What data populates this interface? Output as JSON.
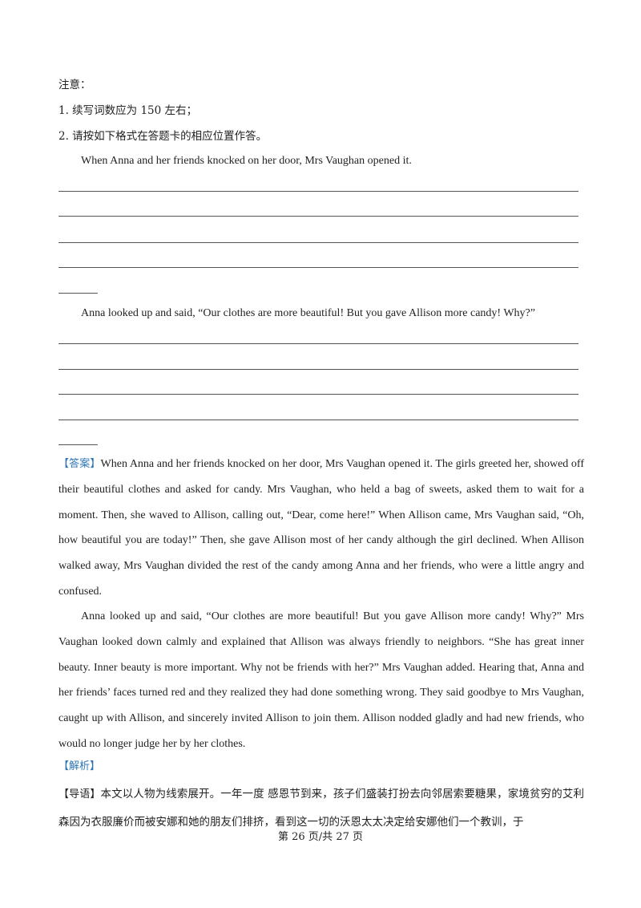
{
  "notes": {
    "heading": "注意：",
    "item1": "1.  续写词数应为 150 左右；",
    "item2": "2.  请按如下格式在答题卡的相应位置作答。"
  },
  "prompts": {
    "first": "When Anna and her friends knocked on her door, Mrs Vaughan opened it.",
    "second": "Anna looked up and said, “Our clothes are more beautiful! But you gave Allison more candy! Why?”"
  },
  "answer": {
    "label": "【答案】",
    "para1": "When Anna and her friends knocked on her door, Mrs Vaughan opened it. The girls greeted her, showed off their beautiful clothes and asked for candy. Mrs Vaughan, who held a bag of sweets, asked them to wait for a moment. Then, she waved to Allison, calling out, “Dear, come here!” When Allison came, Mrs Vaughan said, “Oh, how beautiful you are today!” Then, she gave Allison most of her candy although the girl declined. When Allison walked away, Mrs Vaughan divided the rest of the candy among Anna and her friends, who were a little angry and confused.",
    "para2": "Anna looked up and said, “Our clothes are more beautiful! But you gave Allison more candy! Why?” Mrs Vaughan looked down calmly and explained that Allison was always friendly to neighbors. “She has great inner beauty. Inner beauty is more important. Why not be friends with her?” Mrs Vaughan added. Hearing that, Anna and her friends’ faces turned red and they realized they had done something wrong. They said goodbye to Mrs Vaughan, caught up with Allison, and sincerely invited Allison to join them. Allison nodded gladly and had new friends, who would no longer judge her by her clothes."
  },
  "analysis": {
    "label": "【解析】",
    "guide_label": "【导语】",
    "guide_text": "本文以人物为线索展开。一年一度   感恩节到来，孩子们盛装打扮去向邻居索要糖果，家境贫穷的艾利森因为衣服廉价而被安娜和她的朋友们排挤，看到这一切的沃恩太太决定给安娜他们一个教训，于"
  },
  "footer": {
    "page": "第 26 页/共 27 页"
  },
  "colors": {
    "tag_blue": "#2e75b6"
  }
}
